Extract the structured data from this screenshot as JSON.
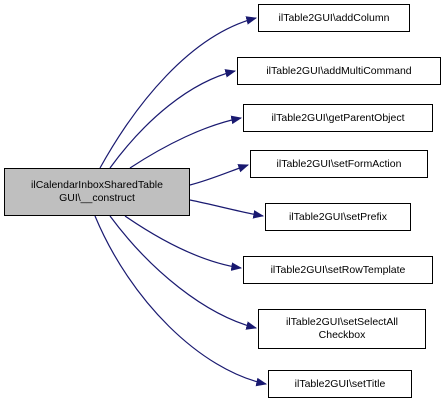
{
  "diagram": {
    "source_node": {
      "line1": "ilCalendarInboxSharedTable",
      "line2": "GUI\\__construct"
    },
    "targets": [
      {
        "label": "ilTable2GUI\\addColumn"
      },
      {
        "label": "ilTable2GUI\\addMultiCommand"
      },
      {
        "label": "ilTable2GUI\\getParentObject"
      },
      {
        "label": "ilTable2GUI\\setFormAction"
      },
      {
        "label": "ilTable2GUI\\setPrefix"
      },
      {
        "label": "ilTable2GUI\\setRowTemplate"
      },
      {
        "label_line1": "ilTable2GUI\\setSelectAll",
        "label_line2": "Checkbox"
      },
      {
        "label": "ilTable2GUI\\setTitle"
      }
    ],
    "colors": {
      "edge": "#191970",
      "source_fill": "#bfbfbf",
      "node_fill": "#ffffff",
      "border": "#000000"
    }
  }
}
